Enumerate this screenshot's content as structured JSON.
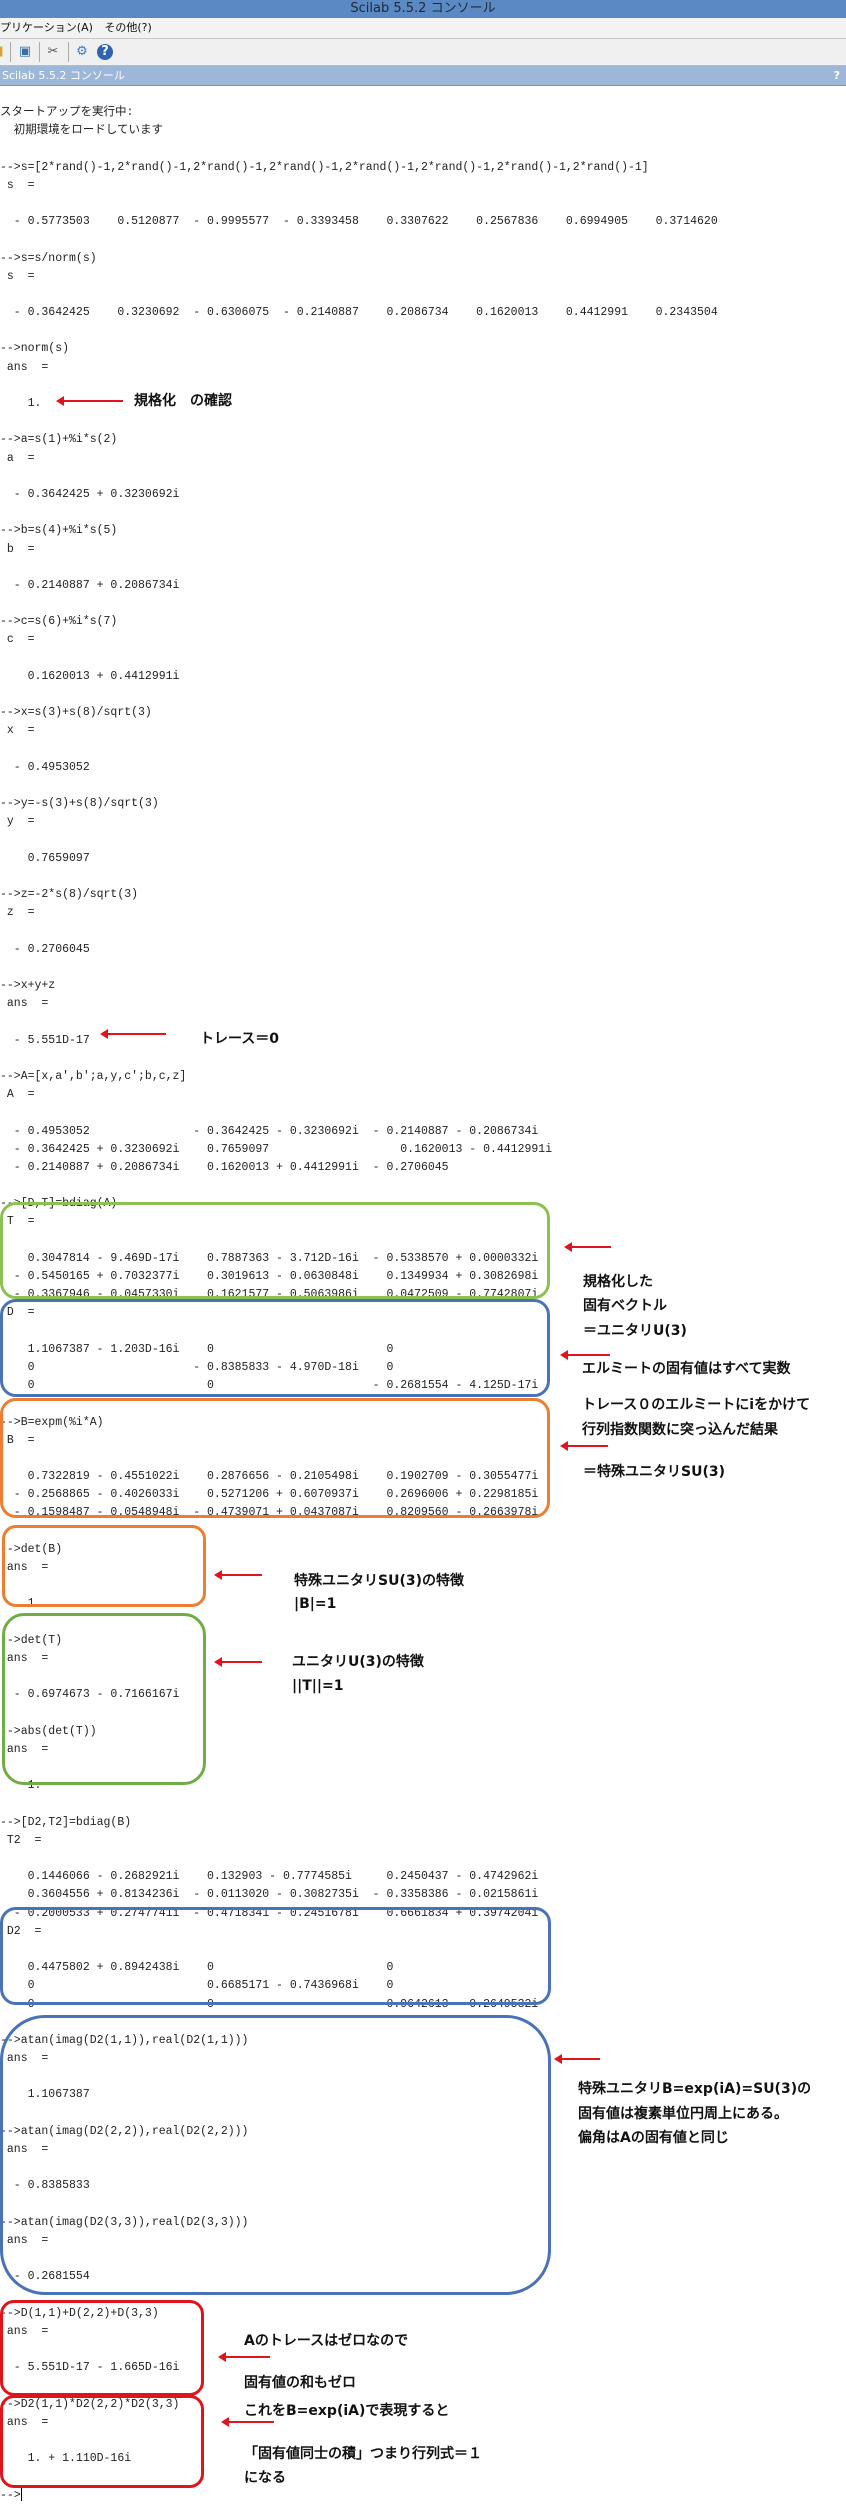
{
  "window": {
    "title": "Scilab 5.5.2 コンソール"
  },
  "menu": {
    "items": [
      "プリケーション(A)",
      "その他(?)"
    ]
  },
  "toolbar": {
    "icons": [
      "file-icon",
      "console-icon",
      "tools-icon",
      "gear-icon",
      "help-icon"
    ]
  },
  "console_header": {
    "title": "Scilab 5.5.2 コンソール",
    "help": "?"
  },
  "console": {
    "lines": [
      "スタートアップを実行中:",
      "  初期環境をロードしています",
      "",
      "-->s=[2*rand()-1,2*rand()-1,2*rand()-1,2*rand()-1,2*rand()-1,2*rand()-1,2*rand()-1,2*rand()-1]",
      " s  =",
      "",
      "  - 0.5773503    0.5120877  - 0.9995577  - 0.3393458    0.3307622    0.2567836    0.6994905    0.3714620",
      "",
      "-->s=s/norm(s)",
      " s  =",
      "",
      "  - 0.3642425    0.3230692  - 0.6306075  - 0.2140887    0.2086734    0.1620013    0.4412991    0.2343504",
      "",
      "-->norm(s)",
      " ans  =",
      "",
      "    1.",
      "",
      "-->a=s(1)+%i*s(2)",
      " a  =",
      "",
      "  - 0.3642425 + 0.3230692i",
      "",
      "-->b=s(4)+%i*s(5)",
      " b  =",
      "",
      "  - 0.2140887 + 0.2086734i",
      "",
      "-->c=s(6)+%i*s(7)",
      " c  =",
      "",
      "    0.1620013 + 0.4412991i",
      "",
      "-->x=s(3)+s(8)/sqrt(3)",
      " x  =",
      "",
      "  - 0.4953052",
      "",
      "-->y=-s(3)+s(8)/sqrt(3)",
      " y  =",
      "",
      "    0.7659097",
      "",
      "-->z=-2*s(8)/sqrt(3)",
      " z  =",
      "",
      "  - 0.2706045",
      "",
      "-->x+y+z",
      " ans  =",
      "",
      "  - 5.551D-17",
      "",
      "-->A=[x,a',b';a,y,c';b,c,z]",
      " A  =",
      "",
      "  - 0.4953052               - 0.3642425 - 0.3230692i  - 0.2140887 - 0.2086734i",
      "  - 0.3642425 + 0.3230692i    0.7659097                   0.1620013 - 0.4412991i",
      "  - 0.2140887 + 0.2086734i    0.1620013 + 0.4412991i  - 0.2706045",
      "",
      "-->[D,T]=bdiag(A)",
      " T  =",
      "",
      "    0.3047814 - 9.469D-17i    0.7887363 - 3.712D-16i  - 0.5338570 + 0.0000332i",
      "  - 0.5450165 + 0.7032377i    0.3019613 - 0.0630848i    0.1349934 + 0.3082698i",
      "  - 0.3367946 - 0.0457330i    0.1621577 - 0.5063986i    0.0472509 - 0.7742807i",
      " D  =",
      "",
      "    1.1067387 - 1.203D-16i    0                         0",
      "    0                       - 0.8385833 - 4.970D-18i    0",
      "    0                         0                       - 0.2681554 - 4.125D-17i",
      "",
      "-->B=expm(%i*A)",
      " B  =",
      "",
      "    0.7322819 - 0.4551022i    0.2876656 - 0.2105498i    0.1902709 - 0.3055477i",
      "  - 0.2568865 - 0.4026033i    0.5271206 + 0.6070937i    0.2696006 + 0.2298185i",
      "  - 0.1598487 - 0.0548948i  - 0.4739071 + 0.0437087i    0.8209560 - 0.2663978i",
      "",
      "-->det(B)",
      " ans  =",
      "",
      "    1.",
      "",
      "-->det(T)",
      " ans  =",
      "",
      "  - 0.6974673 - 0.7166167i",
      "",
      "-->abs(det(T))",
      " ans  =",
      "",
      "    1.",
      "",
      "-->[D2,T2]=bdiag(B)",
      " T2  =",
      "",
      "    0.1446066 - 0.2682921i    0.132903 - 0.7774585i     0.2450437 - 0.4742962i",
      "    0.3604556 + 0.8134236i  - 0.0113020 - 0.3082735i  - 0.3358386 - 0.0215861i",
      "  - 0.2000533 + 0.2747741i  - 0.4718341 - 0.2451678i    0.6661834 + 0.3974204i",
      " D2  =",
      "",
      "    0.4475802 + 0.8942438i    0                         0",
      "    0                         0.6685171 - 0.7436968i    0",
      "    0                         0                         0.9642613 - 0.2649532i",
      "",
      "-->atan(imag(D2(1,1)),real(D2(1,1)))",
      " ans  =",
      "",
      "    1.1067387",
      "",
      "-->atan(imag(D2(2,2)),real(D2(2,2)))",
      " ans  =",
      "",
      "  - 0.8385833",
      "",
      "-->atan(imag(D2(3,3)),real(D2(3,3)))",
      " ans  =",
      "",
      "  - 0.2681554",
      "",
      "-->D(1,1)+D(2,2)+D(3,3)",
      " ans  =",
      "",
      "  - 5.551D-17 - 1.665D-16i",
      "",
      "-->D2(1,1)*D2(2,2)*D2(3,3)",
      " ans  =",
      "",
      "    1. + 1.110D-16i",
      "",
      "-->"
    ]
  },
  "annotations": {
    "norm_check": "規格化　の確認",
    "trace_zero": "トレース＝0",
    "eigvec_1": "規格化した",
    "eigvec_2": "固有ベクトル",
    "eigvec_3": "＝ユニタリU(3)",
    "hermite_eig": "エルミートの固有値はすべて実数",
    "expm_1": "トレース０のエルミートにiをかけて",
    "expm_2": "行列指数関数に突っ込んだ結果",
    "expm_3": "＝特殊ユニタリSU(3)",
    "detB_1": "特殊ユニタリSU(3)の特徴",
    "detB_2": "|B|=1",
    "detT_1": "ユニタリU(3)の特徴",
    "detT_2": "||T||=1",
    "su3_1": "特殊ユニタリB=exp(iA)=SU(3)の",
    "su3_2": "固有値は複素単位円周上にある。",
    "su3_3": "偏角はAの固有値と同じ",
    "sum_1": "Aのトレースはゼロなので",
    "sum_2": "固有値の和もゼロ",
    "sum_3": "これをB=exp(iA)で表現すると",
    "sum_4": "「固有値同士の積」つまり行列式＝１",
    "sum_5": "になる"
  },
  "colors": {
    "green": "#8cc152",
    "blue": "#4a72b8",
    "orange": "#ed7d31",
    "red": "#e0141c"
  }
}
